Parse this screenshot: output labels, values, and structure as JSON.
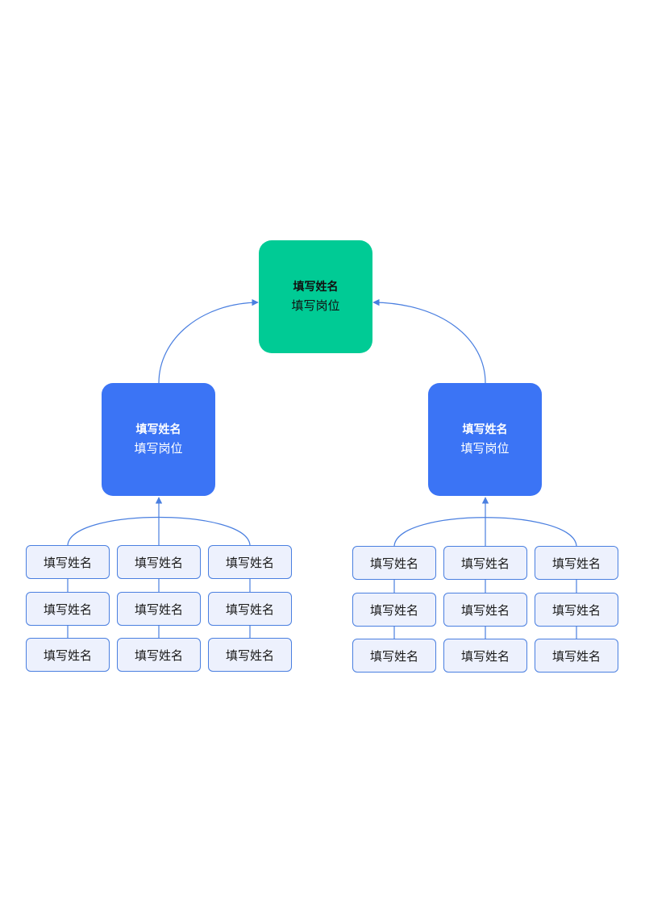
{
  "colors": {
    "root_fill": "#00cb95",
    "mid_fill": "#3b74f5",
    "leaf_fill": "#edf1fd",
    "leaf_border": "#4a7fe0",
    "connector": "#4a7fe0"
  },
  "root": {
    "name": "填写姓名",
    "title": "填写岗位"
  },
  "left": {
    "name": "填写姓名",
    "title": "填写岗位",
    "leaves": [
      [
        "填写姓名",
        "填写姓名",
        "填写姓名"
      ],
      [
        "填写姓名",
        "填写姓名",
        "填写姓名"
      ],
      [
        "填写姓名",
        "填写姓名",
        "填写姓名"
      ]
    ]
  },
  "right": {
    "name": "填写姓名",
    "title": "填写岗位",
    "leaves": [
      [
        "填写姓名",
        "填写姓名",
        "填写姓名"
      ],
      [
        "填写姓名",
        "填写姓名",
        "填写姓名"
      ],
      [
        "填写姓名",
        "填写姓名",
        "填写姓名"
      ]
    ]
  }
}
